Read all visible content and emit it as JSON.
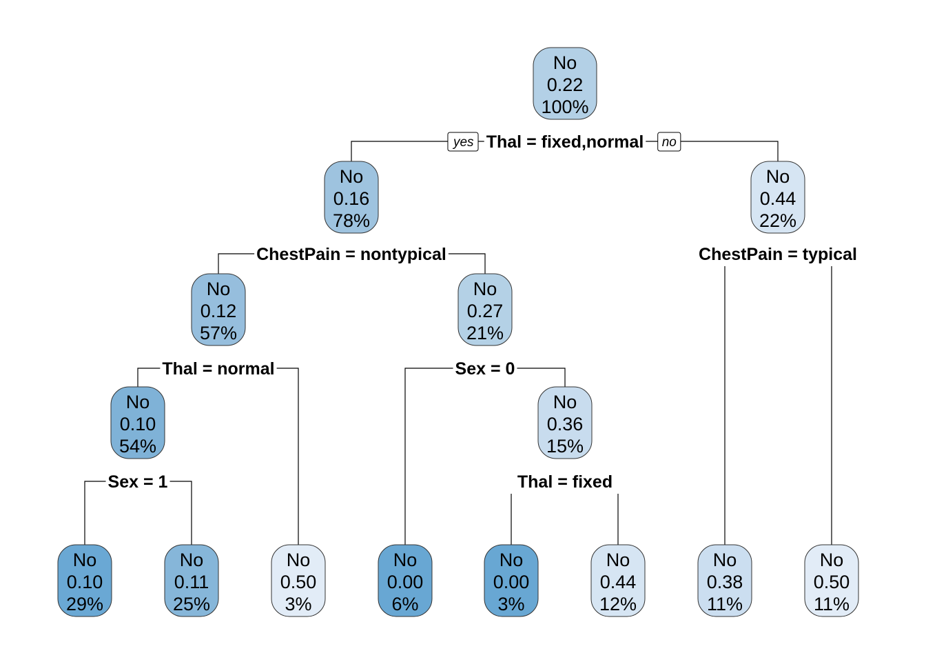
{
  "tree": {
    "branch_labels": {
      "yes": "yes",
      "no": "no"
    },
    "nodes": [
      {
        "id": "n1",
        "label": "No",
        "value": "0.22",
        "percent": "100%",
        "color": "#b3d0e6"
      },
      {
        "id": "n2",
        "label": "No",
        "value": "0.16",
        "percent": "78%",
        "color": "#9ec3df"
      },
      {
        "id": "n3",
        "label": "No",
        "value": "0.44",
        "percent": "22%",
        "color": "#d6e5f3"
      },
      {
        "id": "n4",
        "label": "No",
        "value": "0.12",
        "percent": "57%",
        "color": "#96bedd"
      },
      {
        "id": "n5",
        "label": "No",
        "value": "0.27",
        "percent": "21%",
        "color": "#b4d1e6"
      },
      {
        "id": "n8",
        "label": "No",
        "value": "0.10",
        "percent": "54%",
        "color": "#7fb2d7"
      },
      {
        "id": "n9",
        "label": "No",
        "value": "0.50",
        "percent": "3%",
        "color": "#e2ecf7"
      },
      {
        "id": "n10",
        "label": "No",
        "value": "0.00",
        "percent": "6%",
        "color": "#68a7d3"
      },
      {
        "id": "n11",
        "label": "No",
        "value": "0.36",
        "percent": "15%",
        "color": "#c8dcee"
      },
      {
        "id": "n16",
        "label": "No",
        "value": "0.10",
        "percent": "29%",
        "color": "#6aa8d4"
      },
      {
        "id": "n17",
        "label": "No",
        "value": "0.11",
        "percent": "25%",
        "color": "#86b6d9"
      },
      {
        "id": "n22",
        "label": "No",
        "value": "0.00",
        "percent": "3%",
        "color": "#68a7d3"
      },
      {
        "id": "n23",
        "label": "No",
        "value": "0.44",
        "percent": "12%",
        "color": "#d6e5f3"
      },
      {
        "id": "n6",
        "label": "No",
        "value": "0.38",
        "percent": "11%",
        "color": "#cbdef0"
      },
      {
        "id": "n7",
        "label": "No",
        "value": "0.50",
        "percent": "11%",
        "color": "#e2ecf7"
      }
    ],
    "splits": [
      {
        "id": "s1",
        "text": "Thal = fixed,normal"
      },
      {
        "id": "s2",
        "text": "ChestPain = nontypical"
      },
      {
        "id": "s3",
        "text": "ChestPain = typical"
      },
      {
        "id": "s4",
        "text": "Thal = normal"
      },
      {
        "id": "s5",
        "text": "Sex = 0"
      },
      {
        "id": "s8",
        "text": "Sex = 1"
      },
      {
        "id": "s11",
        "text": "Thal = fixed"
      }
    ]
  }
}
